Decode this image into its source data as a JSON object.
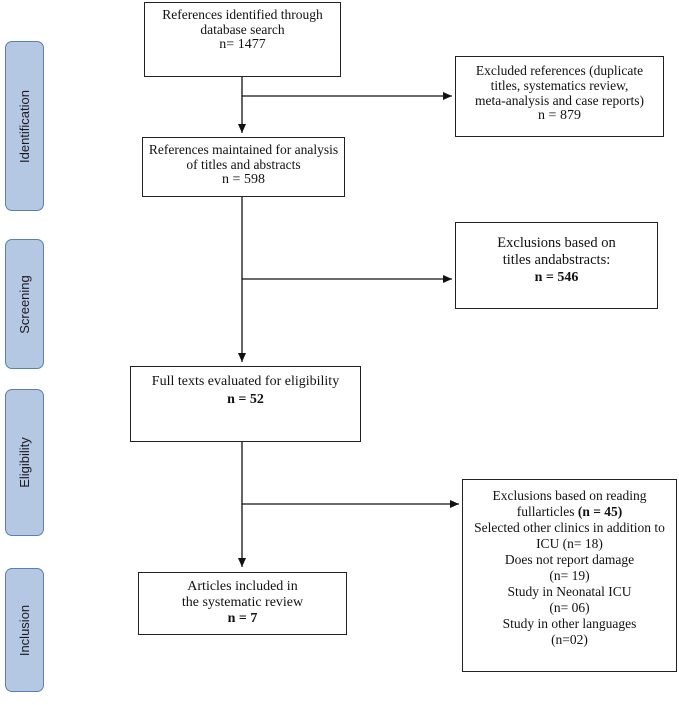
{
  "stages": [
    "Identification",
    "Screening",
    "Eligibility",
    "Inclusion"
  ],
  "identified": {
    "lines": [
      "References identified through",
      "database search"
    ],
    "count": "n= 1477"
  },
  "excluded_refs": {
    "lines": [
      "Excluded references (duplicate",
      "titles, systematics review,",
      "meta-analysis and case reports)"
    ],
    "count": "n = 879"
  },
  "maintained": {
    "lines": [
      "References maintained for analysis",
      "of titles and abstracts"
    ],
    "count": "n = 598"
  },
  "excl_titles": {
    "lines": [
      "Exclusions based on",
      "titles andabstracts:"
    ],
    "count": "n = 546"
  },
  "full_texts": {
    "lines": [
      "Full texts evaluated for eligibility"
    ],
    "count": "n = 52"
  },
  "excl_full": {
    "line1": "Exclusions based on reading",
    "line2_text": "fullarticles ",
    "line2_bold": "(n = 45)",
    "lines": [
      "Selected other clinics in addition to",
      "ICU (n= 18)",
      "Does not report damage",
      "(n= 19)",
      "Study in Neonatal ICU",
      "(n= 06)",
      "Study in other languages",
      "(n=02)"
    ]
  },
  "included": {
    "lines": [
      "Articles included in",
      "the systematic review"
    ],
    "count": "n = 7"
  }
}
